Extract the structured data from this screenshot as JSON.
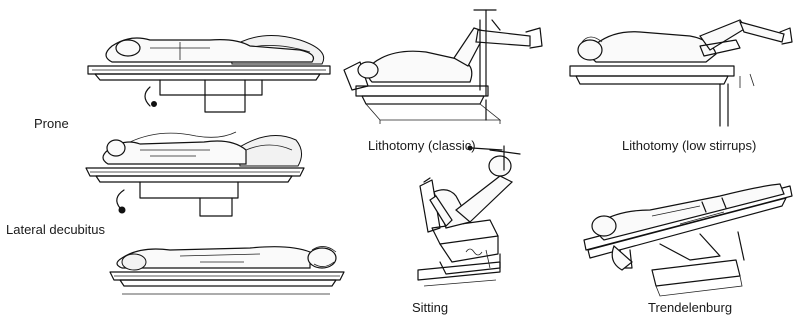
{
  "labels": {
    "prone": "Prone",
    "lateral_decubitus": "Lateral decubitus",
    "lithotomy_classic": "Lithotomy (classic)",
    "lithotomy_low_stirrups": "Lithotomy (low stirrups)",
    "sitting": "Sitting",
    "trendelenburg": "Trendelenburg"
  }
}
